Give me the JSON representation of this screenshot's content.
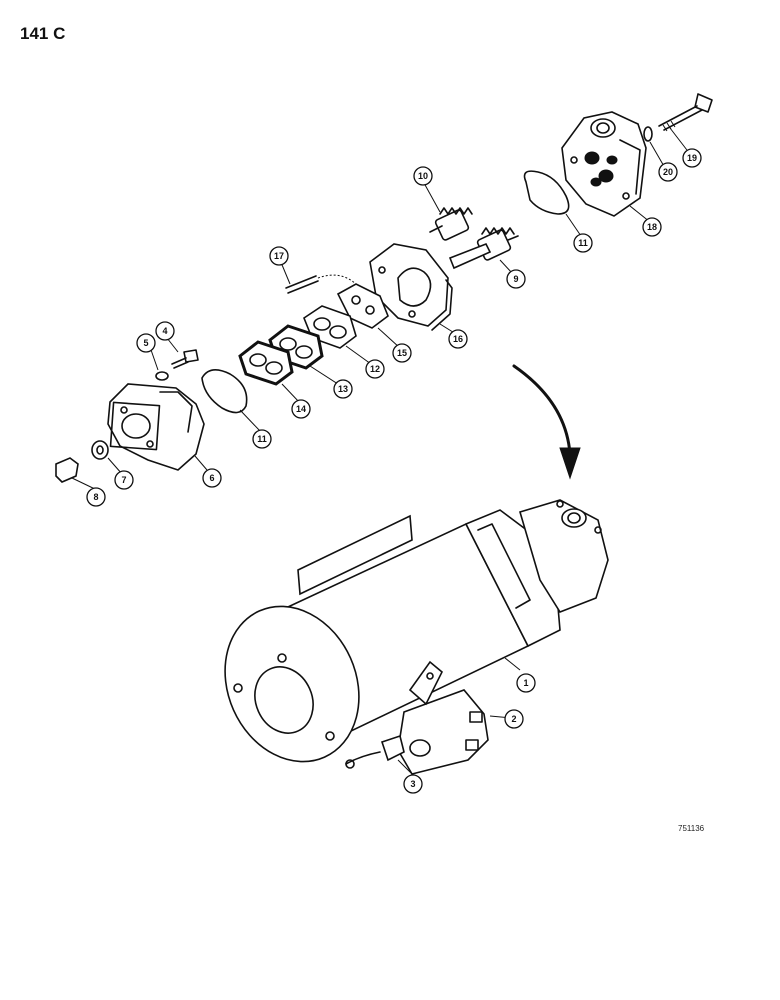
{
  "page": {
    "number": "141 C",
    "figure_id": "751136"
  },
  "callouts": [
    {
      "id": "c1",
      "label": "1"
    },
    {
      "id": "c2",
      "label": "2"
    },
    {
      "id": "c3",
      "label": "3"
    },
    {
      "id": "c4",
      "label": "4"
    },
    {
      "id": "c5",
      "label": "5"
    },
    {
      "id": "c6",
      "label": "6"
    },
    {
      "id": "c7",
      "label": "7"
    },
    {
      "id": "c8",
      "label": "8"
    },
    {
      "id": "c9",
      "label": "9"
    },
    {
      "id": "c10",
      "label": "10"
    },
    {
      "id": "c11a",
      "label": "11"
    },
    {
      "id": "c11b",
      "label": "11"
    },
    {
      "id": "c12",
      "label": "12"
    },
    {
      "id": "c13",
      "label": "13"
    },
    {
      "id": "c14",
      "label": "14"
    },
    {
      "id": "c15",
      "label": "15"
    },
    {
      "id": "c16",
      "label": "16"
    },
    {
      "id": "c17",
      "label": "17"
    },
    {
      "id": "c18",
      "label": "18"
    },
    {
      "id": "c19",
      "label": "19"
    },
    {
      "id": "c20",
      "label": "20"
    }
  ]
}
